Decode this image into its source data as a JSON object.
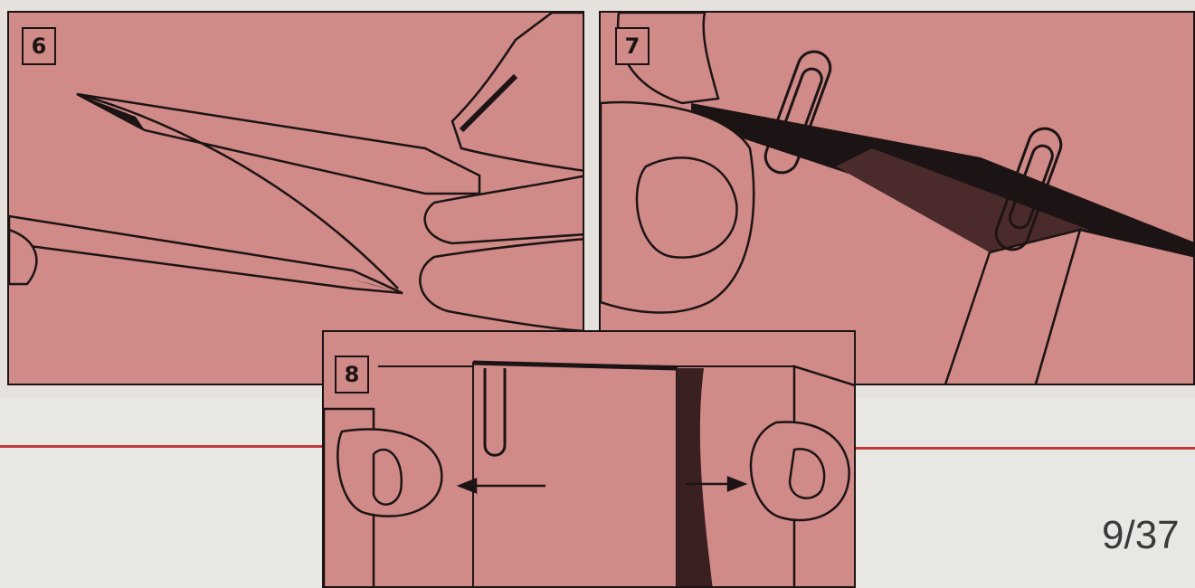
{
  "steps": [
    {
      "number": "6",
      "scene": "scissors-cutting"
    },
    {
      "number": "7",
      "scene": "paper-clips-holding-fold"
    },
    {
      "number": "8",
      "scene": "pulling-apart"
    }
  ],
  "page_number": "9/37",
  "colors": {
    "panel_fill": "#d08a88",
    "ink": "#1c1414",
    "rule": "#c1393a",
    "page_background": "#e8e6e3"
  }
}
